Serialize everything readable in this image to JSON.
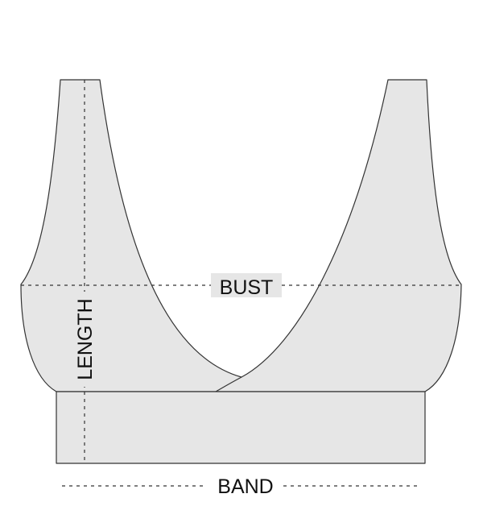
{
  "labels": {
    "bust": "BUST",
    "length": "LENGTH",
    "band": "BAND"
  },
  "colors": {
    "fabric": "#e6e6e6",
    "outline": "#333333",
    "text": "#111111",
    "background": "#ffffff"
  }
}
